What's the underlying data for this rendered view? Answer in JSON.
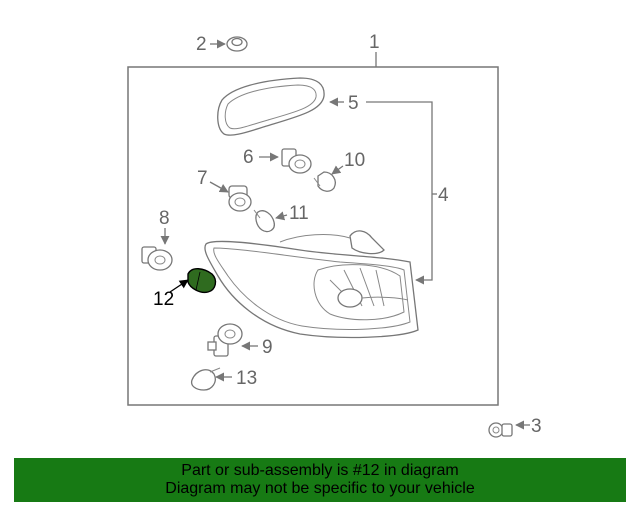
{
  "callouts": {
    "c1": "1",
    "c2": "2",
    "c3": "3",
    "c4": "4",
    "c5": "5",
    "c6": "6",
    "c7": "7",
    "c8": "8",
    "c9": "9",
    "c10": "10",
    "c11": "11",
    "c12": "12",
    "c13": "13"
  },
  "highlight": {
    "part": "12",
    "color": "#2f6b1f"
  },
  "banner": {
    "line1": "Part or sub-assembly is #12 in diagram",
    "line2": "Diagram may not be specific to your vehicle",
    "color": "#177a14"
  }
}
